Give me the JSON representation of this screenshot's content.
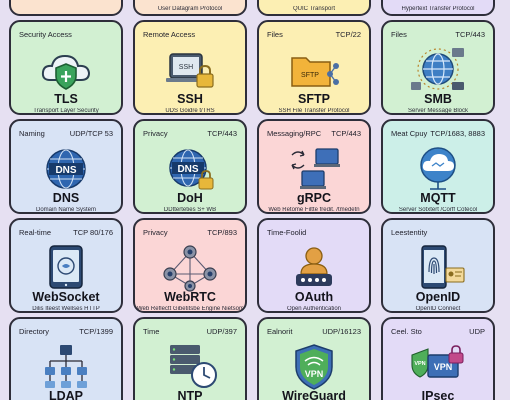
{
  "top_row": [
    {
      "desc": ""
    },
    {
      "desc": "User Datagram Protocol"
    },
    {
      "desc": "QUIC Transport"
    },
    {
      "desc": "Hypertext Transfer Protocol"
    }
  ],
  "cards": [
    {
      "category": "Security Access",
      "port": "",
      "name": "TLS",
      "desc": "Transport Layer Security",
      "icon": "cloud-shield-icon"
    },
    {
      "category": "Remote Access",
      "port": "",
      "name": "SSH",
      "desc": "UDS Goidre t/TRS",
      "icon": "ssh-lock-icon"
    },
    {
      "category": "Files",
      "port": "TCP/22",
      "name": "SFTP",
      "desc": "SSH File Transfer Protocol",
      "icon": "sftp-folder-icon"
    },
    {
      "category": "Files",
      "port": "TCP/443",
      "name": "SMB",
      "desc": "Server Message Block",
      "icon": "smb-globe-icon"
    },
    {
      "category": "Naming",
      "port": "UDP/TCP 53",
      "name": "DNS",
      "desc": "Domain Name System",
      "icon": "dns-globe-icon"
    },
    {
      "category": "Privacy",
      "port": "TCP/443",
      "name": "DoH",
      "desc": "DDtterteties S+ WB",
      "icon": "doh-globe-lock-icon"
    },
    {
      "category": "Messaging/RPC",
      "port": "TCP/443",
      "name": "gRPC",
      "desc": "Web Retome Filtte fredit. /tmedetn",
      "icon": "grpc-monitors-icon"
    },
    {
      "category": "Meat Cpuy",
      "port": "TCP/1683, 8883",
      "name": "MQTT",
      "desc": "Server Sotxtert /Corff Cotecol",
      "icon": "mqtt-cloud-icon"
    },
    {
      "category": "Real-time",
      "port": "TCP 80/176",
      "name": "WebSocket",
      "desc": "Dilis Iteest Wellses HTTP",
      "icon": "websocket-tablet-icon"
    },
    {
      "category": "Privacy",
      "port": "TCP/893",
      "name": "WebRTC",
      "desc": "Web Reflectt Gibetitsbe Engine Nietsom",
      "icon": "webrtc-cameras-icon"
    },
    {
      "category": "Time‑Foolid",
      "port": "",
      "name": "OAuth",
      "desc": "Open Authentication",
      "icon": "oauth-user-icon"
    },
    {
      "category": "Leestentity",
      "port": "",
      "name": "OpenID",
      "desc": "OpenID Connect",
      "icon": "openid-fingerprint-icon"
    },
    {
      "category": "Directory",
      "port": "TCP/1399",
      "name": "LDAP",
      "desc": "",
      "icon": "ldap-tree-icon"
    },
    {
      "category": "Time",
      "port": "UDP/397",
      "name": "NTP",
      "desc": "",
      "icon": "ntp-clock-icon"
    },
    {
      "category": "Ealnorit",
      "port": "UDP/16123",
      "name": "WireGuard",
      "desc": "",
      "icon": "vpn-shield-icon"
    },
    {
      "category": "Ceel. Sto",
      "port": "UDP",
      "name": "IPsec",
      "desc": "",
      "icon": "ipsec-vpn-icon"
    }
  ],
  "colors": {
    "background": "#e6e0f2",
    "border": "#2e2e3a",
    "peach": "#fbe3cf",
    "yellow": "#fcefb3",
    "green": "#d2f0d2",
    "blue": "#d8e3f5",
    "pink": "#fbd6d6",
    "lilac": "#e3dbf7",
    "teal": "#ccefe8"
  }
}
